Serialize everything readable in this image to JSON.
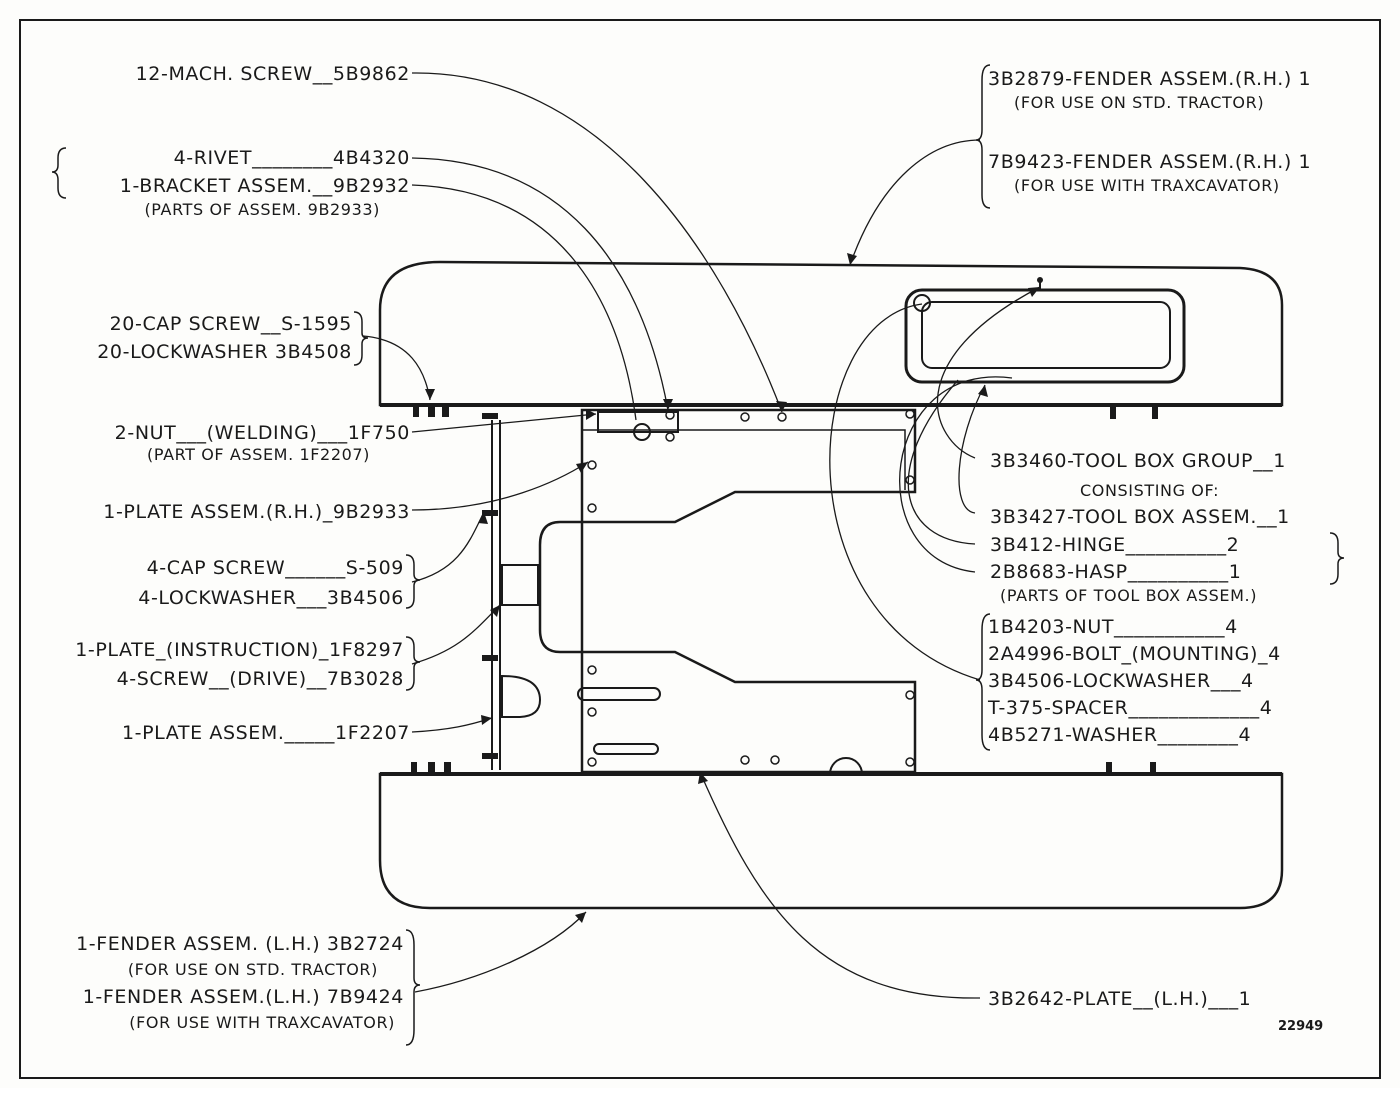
{
  "left_callouts": [
    {
      "id": "mach-screw",
      "text": "12-MACH. SCREW__5B9862"
    },
    {
      "id": "rivet",
      "text": "4-RIVET________4B4320"
    },
    {
      "id": "bracket",
      "text": "1-BRACKET ASSEM.__9B2932"
    },
    {
      "id": "bracket-note",
      "text": "(PARTS OF ASSEM. 9B2933)"
    },
    {
      "id": "cap-screw-20",
      "text": "20-CAP SCREW__S-1595"
    },
    {
      "id": "lockwasher-20",
      "text": "20-LOCKWASHER 3B4508"
    },
    {
      "id": "nut-welding",
      "text": "2-NUT___(WELDING)___1F750"
    },
    {
      "id": "nut-note",
      "text": "(PART OF ASSEM. 1F2207)"
    },
    {
      "id": "plate-rh",
      "text": "1-PLATE ASSEM.(R.H.)_9B2933"
    },
    {
      "id": "cap-screw-4",
      "text": "4-CAP SCREW______S-509"
    },
    {
      "id": "lockwasher-4",
      "text": "4-LOCKWASHER___3B4506"
    },
    {
      "id": "plate-instruction",
      "text": "1-PLATE_(INSTRUCTION)_1F8297"
    },
    {
      "id": "screw-drive",
      "text": "4-SCREW__(DRIVE)__7B3028"
    },
    {
      "id": "plate-assem",
      "text": "1-PLATE ASSEM._____1F2207"
    },
    {
      "id": "fender-lh-std",
      "text": "1-FENDER ASSEM. (L.H.) 3B2724"
    },
    {
      "id": "fender-lh-std-note",
      "text": "(FOR USE ON STD. TRACTOR)"
    },
    {
      "id": "fender-lh-trax",
      "text": "1-FENDER ASSEM.(L.H.) 7B9424"
    },
    {
      "id": "fender-lh-trax-note",
      "text": "(FOR USE WITH TRAXCAVATOR)"
    }
  ],
  "right_callouts": [
    {
      "id": "fender-rh-std",
      "text": "3B2879-FENDER ASSEM.(R.H.) 1"
    },
    {
      "id": "fender-rh-std-note",
      "text": "(FOR USE ON STD. TRACTOR)"
    },
    {
      "id": "fender-rh-trax",
      "text": "7B9423-FENDER ASSEM.(R.H.) 1"
    },
    {
      "id": "fender-rh-trax-note",
      "text": "(FOR USE WITH TRAXCAVATOR)"
    },
    {
      "id": "tool-box-group",
      "text": "3B3460-TOOL BOX GROUP__1"
    },
    {
      "id": "consisting",
      "text": "CONSISTING OF:"
    },
    {
      "id": "tool-box-assem",
      "text": "3B3427-TOOL BOX ASSEM.__1"
    },
    {
      "id": "hinge",
      "text": "3B412-HINGE__________2"
    },
    {
      "id": "hasp",
      "text": "2B8683-HASP__________1"
    },
    {
      "id": "hasp-note",
      "text": "(PARTS OF TOOL BOX ASSEM.)"
    },
    {
      "id": "nut-4",
      "text": "1B4203-NUT___________4"
    },
    {
      "id": "bolt-4",
      "text": "2A4996-BOLT_(MOUNTING)_4"
    },
    {
      "id": "lockwasher-4b",
      "text": "3B4506-LOCKWASHER___4"
    },
    {
      "id": "spacer",
      "text": "T-375-SPACER_____________4"
    },
    {
      "id": "washer",
      "text": "4B5271-WASHER________4"
    },
    {
      "id": "plate-lh",
      "text": "3B2642-PLATE__(L.H.)___1"
    }
  ],
  "figure_number": "22949"
}
